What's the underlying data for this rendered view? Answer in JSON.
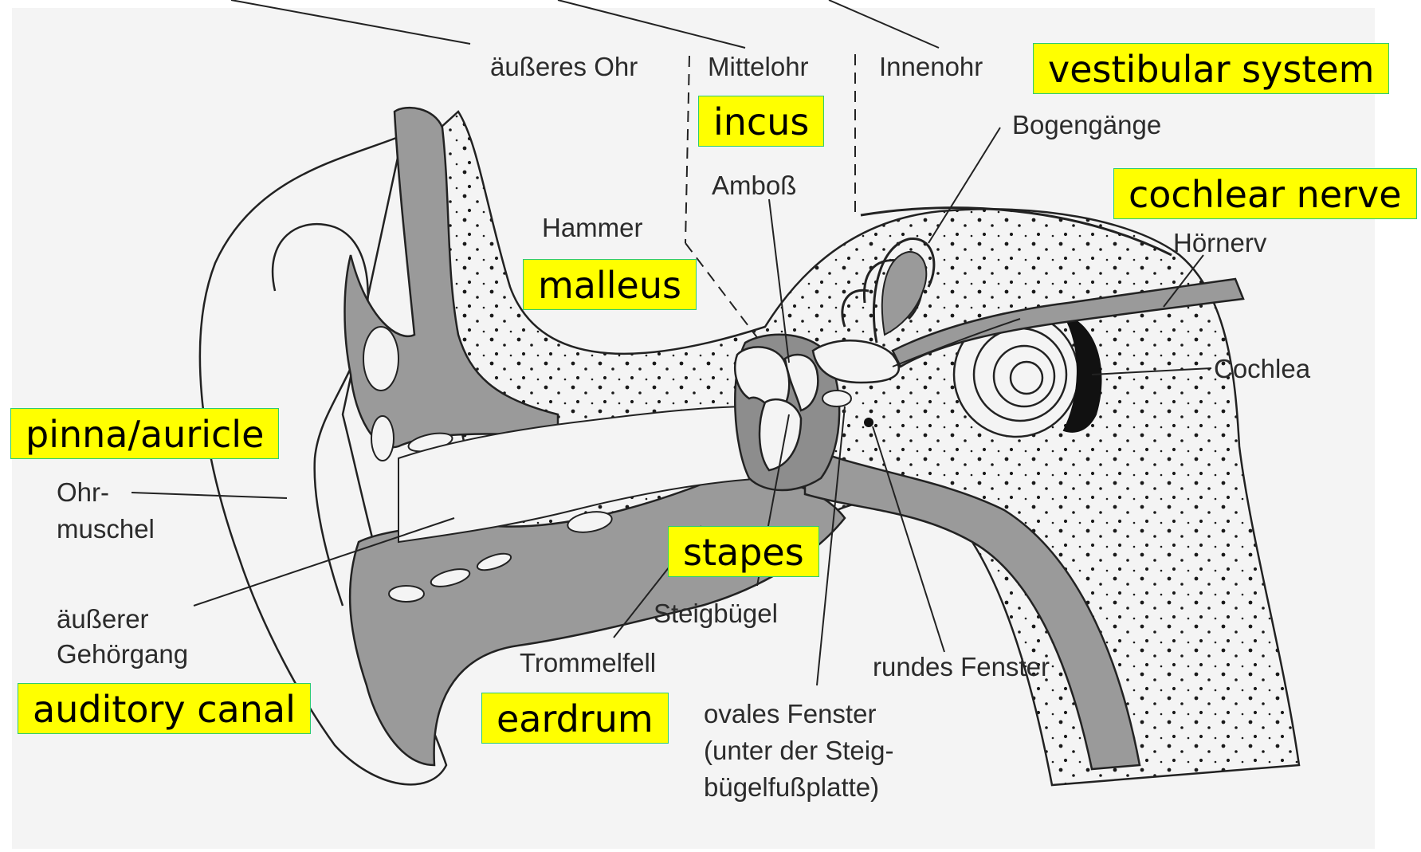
{
  "colors": {
    "highlight": "#ffff00",
    "highlight_border": "#2ecc71",
    "tissue": "#9a9a9a",
    "paper": "#f4f4f4",
    "ink": "#2b2b2b"
  },
  "german_labels": {
    "outer_ear": "äußeres Ohr",
    "middle_ear": "Mittelohr",
    "inner_ear": "Innenohr",
    "semicircular_canals": "Bogengänge",
    "anvil": "Amboß",
    "hammer": "Hammer",
    "auditory_nerve": "Hörnerv",
    "cochlea": "Cochlea",
    "auricle_line1": "Ohr-",
    "auricle_line2": "muschel",
    "ear_canal_line1": "äußerer",
    "ear_canal_line2": "Gehörgang",
    "stirrup": "Steigbügel",
    "eardrum": "Trommelfell",
    "round_window": "rundes Fenster",
    "oval_window_line1": "ovales Fenster",
    "oval_window_line2": "(unter der Steig-",
    "oval_window_line3": "bügelfußplatte)"
  },
  "english_labels": {
    "vestibular_system": "vestibular system",
    "incus": "incus",
    "cochlear_nerve": "cochlear nerve",
    "malleus": "malleus",
    "pinna": "pinna/auricle",
    "stapes": "stapes",
    "auditory_canal": "auditory canal",
    "eardrum": "eardrum"
  }
}
